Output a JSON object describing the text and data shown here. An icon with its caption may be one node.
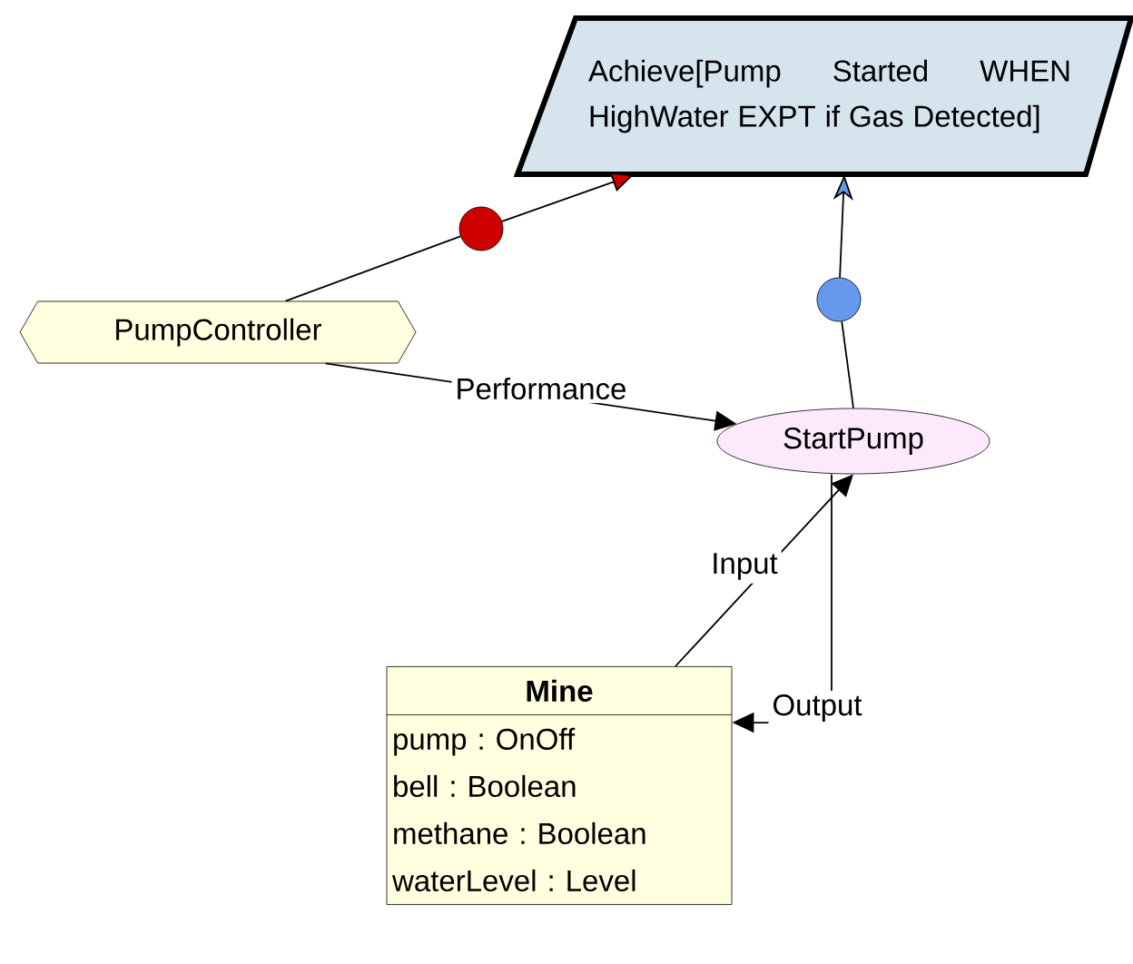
{
  "diagram": {
    "nodes": [
      {
        "text": [
          "Achieve[Pump Started WHEN HighWater EXPT if Gas Detected]"
        ]
      },
      {
        "text": [],
        "shape": "circle"
      },
      {
        "text": [
          "PumpController"
        ]
      },
      {
        "text": [],
        "shape": "circle"
      },
      {
        "text": [
          "StartPump"
        ]
      },
      {
        "text": [
          "Mine",
          "pump : OnOff",
          "bell : Boolean",
          "methane : Boolean",
          "waterLevel : Level"
        ]
      }
    ],
    "edges": [
      {
        "from": 2,
        "to": 1,
        "arrow": "none"
      },
      {
        "from": 1,
        "to": 0,
        "arrow": "to"
      },
      {
        "from": 4,
        "to": 3,
        "arrow": "none"
      },
      {
        "from": 3,
        "to": 0,
        "arrow": "to"
      },
      {
        "from": 2,
        "to": 4,
        "arrow": "to",
        "label": "Performance"
      },
      {
        "from": 5,
        "to": 4,
        "arrow": "to",
        "label": "Input"
      },
      {
        "from": 4,
        "to": 5,
        "arrow": "to",
        "label": "Output"
      }
    ]
  }
}
